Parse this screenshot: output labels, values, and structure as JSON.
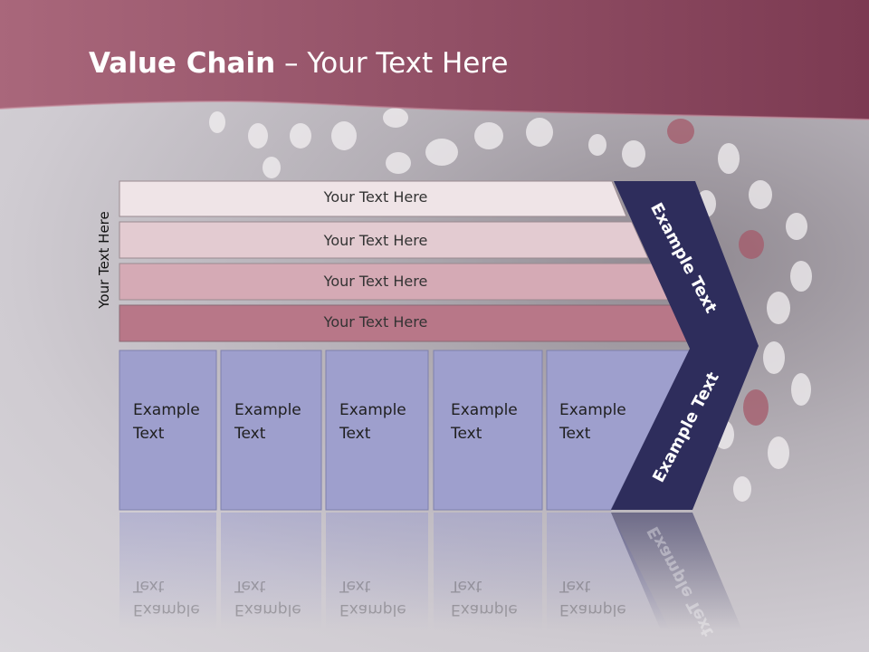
{
  "title": {
    "bold": "Value Chain",
    "rest": " – Your Text Here"
  },
  "side_label": "Your Text Here",
  "bars": [
    {
      "label": "Your Text Here"
    },
    {
      "label": "Your Text Here"
    },
    {
      "label": "Your Text Here"
    },
    {
      "label": "Your Text Here"
    }
  ],
  "cells": [
    {
      "label": "Example\nText"
    },
    {
      "label": "Example\nText"
    },
    {
      "label": "Example\nText"
    },
    {
      "label": "Example\nText"
    },
    {
      "label": "Example\nText"
    }
  ],
  "arrow_top_label": "Example Text",
  "arrow_bottom_label": "Example Text",
  "colors": {
    "header": "#93485f",
    "bar1": "#efe4e7",
    "bar2": "#e3cbd1",
    "bar3": "#d5aab5",
    "bar4": "#b87788",
    "cells": "#9e9fcd",
    "chevron": "#2e2d5c"
  }
}
